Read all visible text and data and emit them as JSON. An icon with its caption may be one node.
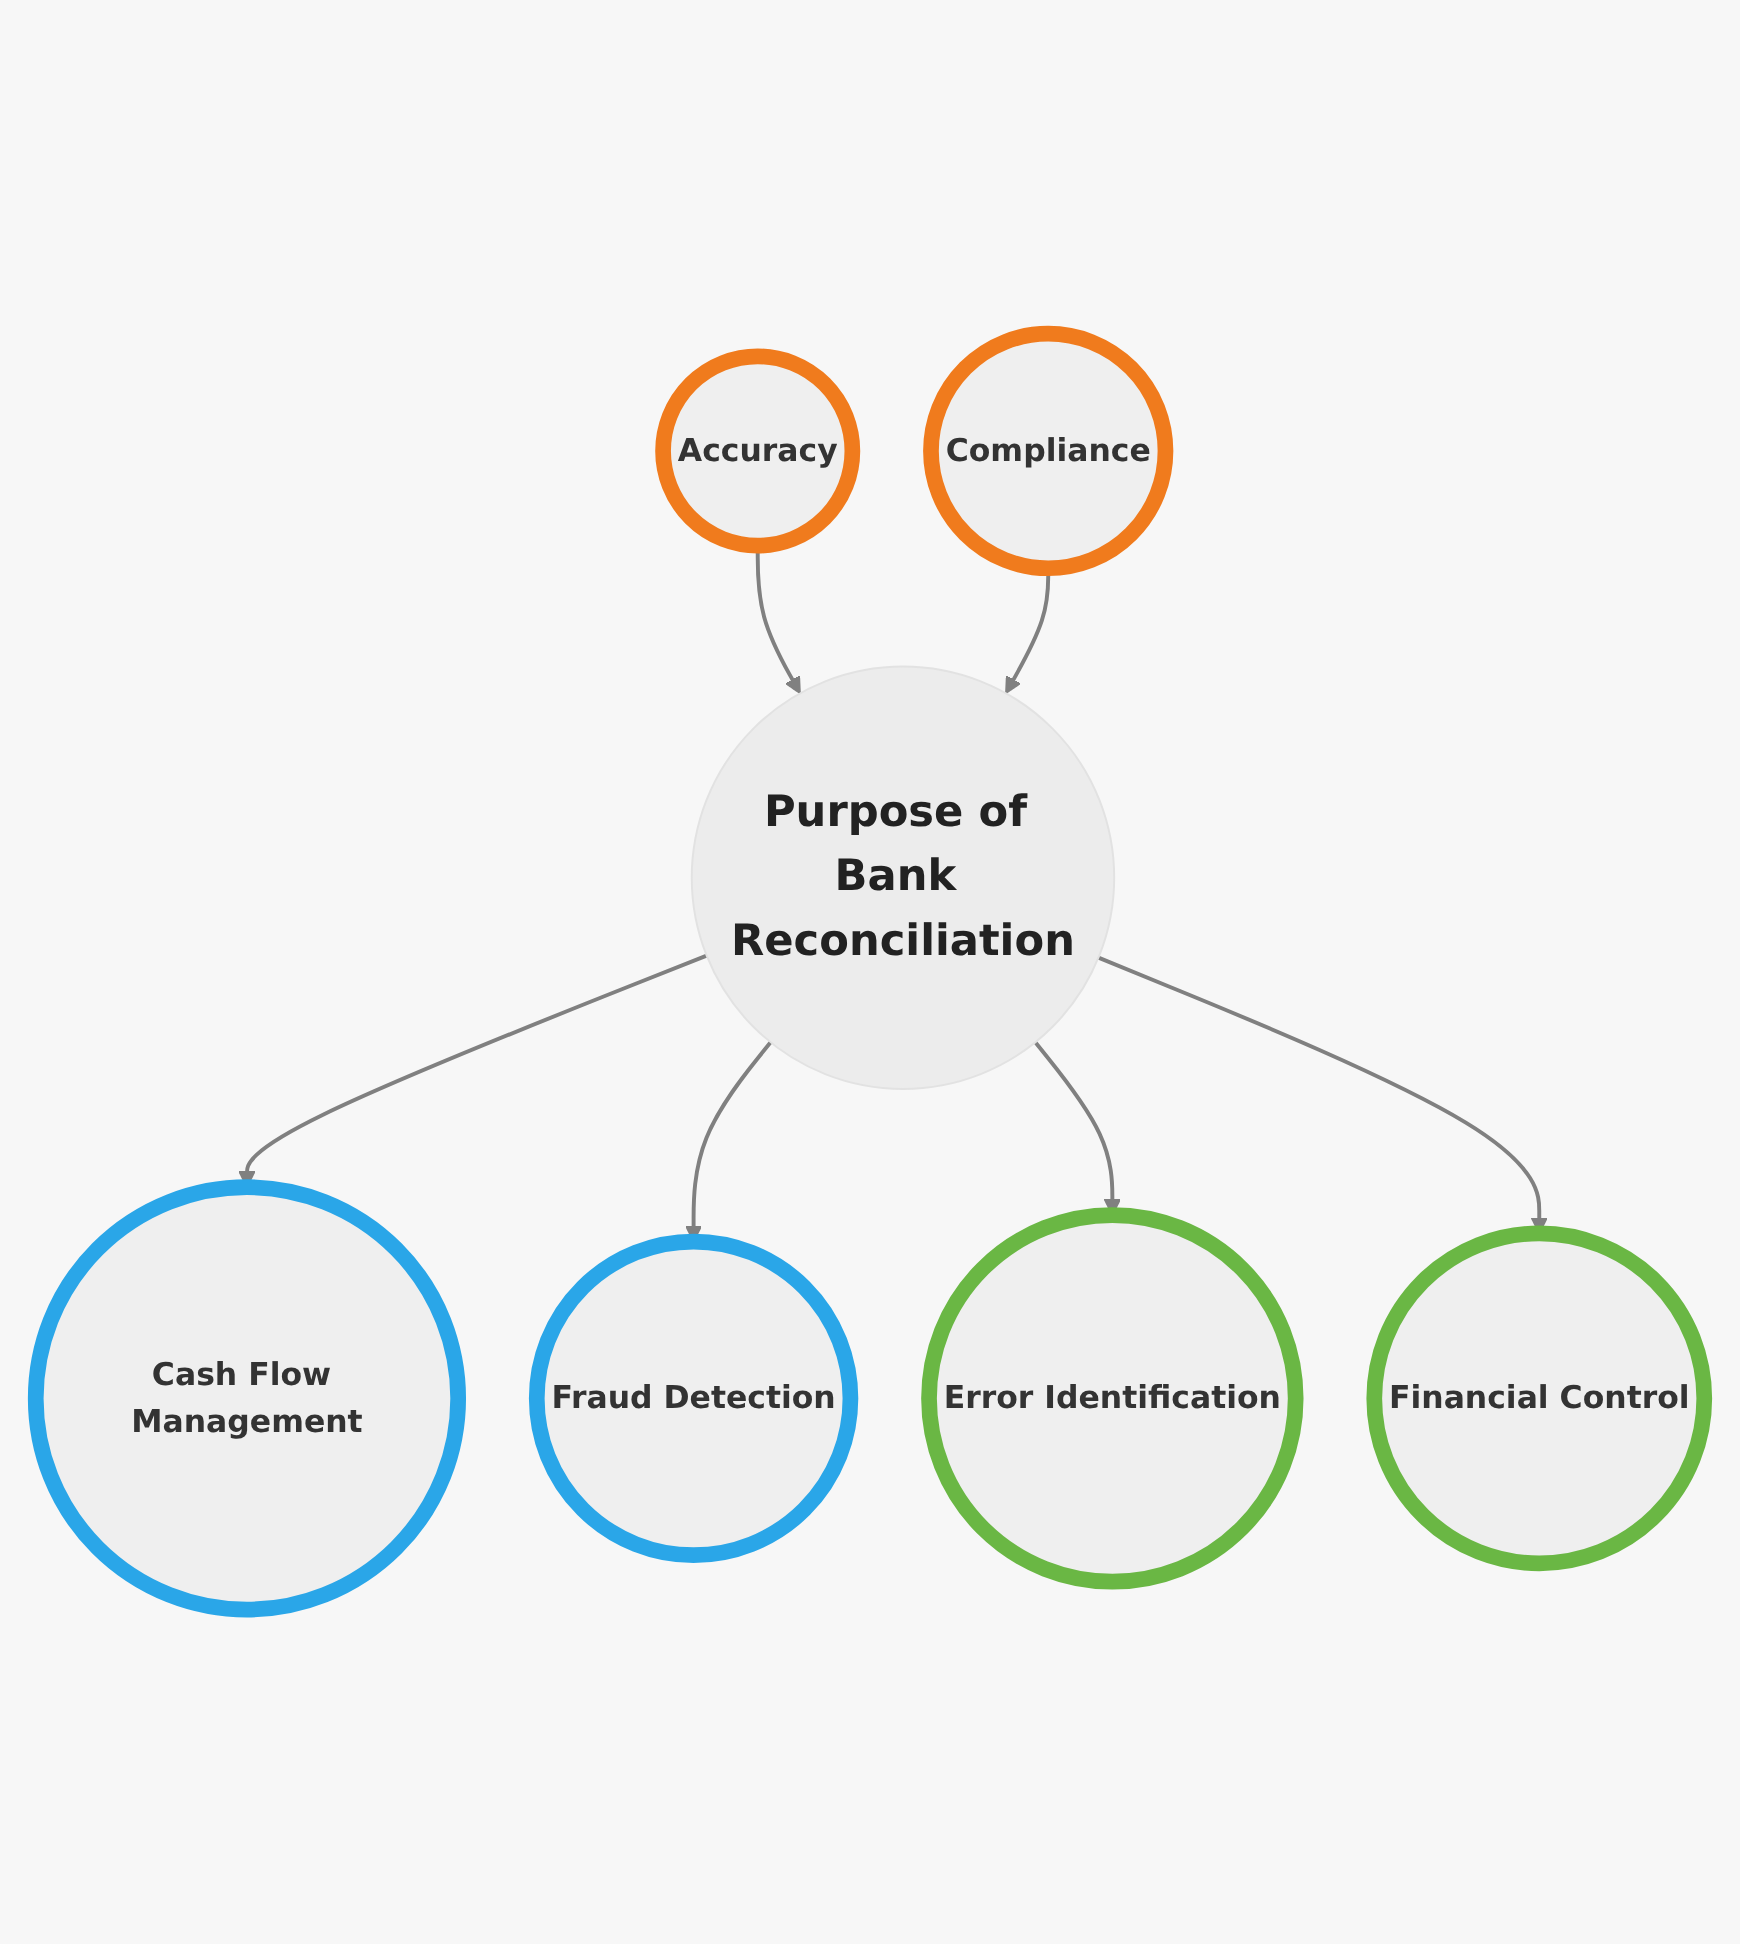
{
  "diagram": {
    "nodes": [
      {
        "text": [
          "Accuracy"
        ]
      },
      {
        "text": [
          "Cash Flow Management"
        ]
      },
      {
        "text": [
          "Fraud Detection"
        ]
      },
      {
        "text": [
          "Purpose of Bank Reconciliation"
        ]
      },
      {
        "text": [
          "Error Identification"
        ]
      },
      {
        "text": [
          "Financial Control"
        ]
      },
      {
        "text": [
          "Compliance"
        ]
      }
    ],
    "edges": [
      {
        "from": 0,
        "to": 3,
        "arrow": "to"
      },
      {
        "from": 3,
        "to": 1,
        "arrow": "to"
      },
      {
        "from": 3,
        "to": 2,
        "arrow": "to"
      },
      {
        "from": 3,
        "to": 4,
        "arrow": "to"
      },
      {
        "from": 3,
        "to": 5,
        "arrow": "to"
      },
      {
        "from": 6,
        "to": 3,
        "arrow": "to"
      }
    ]
  }
}
